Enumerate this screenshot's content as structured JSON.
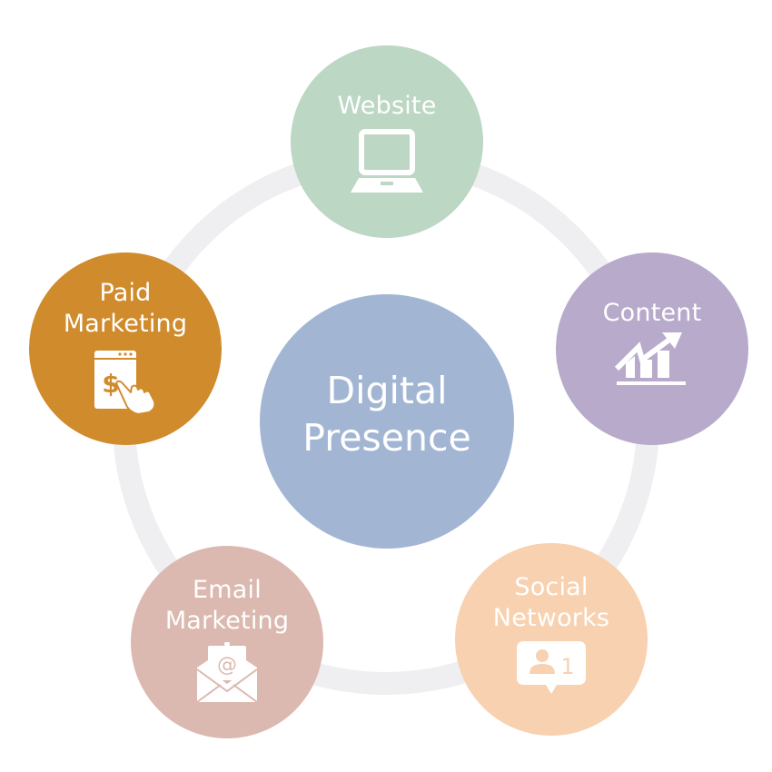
{
  "diagram": {
    "title": "Digital Presence",
    "center": {
      "label": "Digital\nPresence",
      "color": "#a2b6d3"
    },
    "ring_color": "#efeff1",
    "nodes": [
      {
        "id": "website",
        "label": "Website",
        "icon": "laptop-icon",
        "color": "#bcd7c3"
      },
      {
        "id": "content",
        "label": "Content",
        "icon": "growth-chart-icon",
        "color": "#b8aacb"
      },
      {
        "id": "social",
        "label": "Social\nNetworks",
        "icon": "follower-notification-icon",
        "badge": "1",
        "color": "#f8d1b0"
      },
      {
        "id": "email",
        "label": "Email\nMarketing",
        "icon": "email-envelope-icon",
        "color": "#dbb9b0"
      },
      {
        "id": "paid",
        "label": "Paid\nMarketing",
        "icon": "pay-per-click-icon",
        "color": "#d08b2c"
      }
    ]
  }
}
